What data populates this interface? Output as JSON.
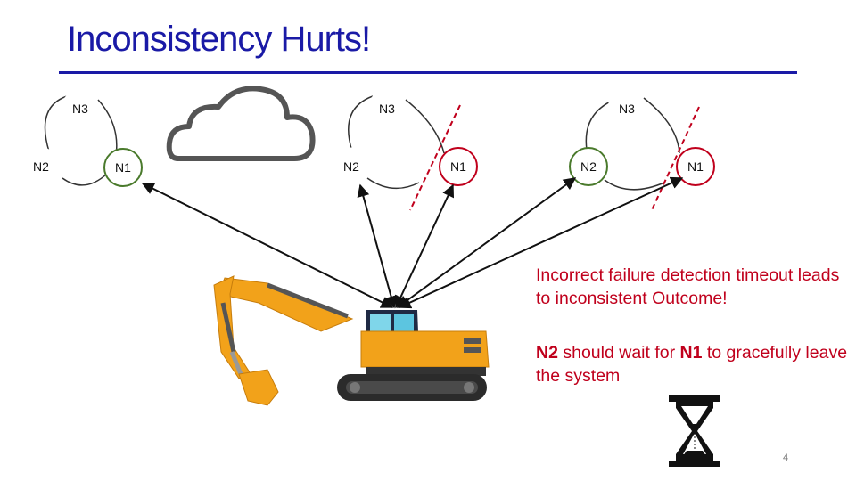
{
  "title": "Inconsistency Hurts!",
  "clusters": [
    {
      "n3": "N3",
      "n2": "N2",
      "n1": "N1"
    },
    {
      "n3": "N3",
      "n2": "N2",
      "n1": "N1"
    },
    {
      "n3": "N3",
      "n2": "N2",
      "n1": "N1"
    }
  ],
  "note1": "Incorrect failure detection timeout leads to inconsistent Outcome!",
  "note2": {
    "part1": "N2",
    "part2": " should wait for ",
    "part3": "N1",
    "part4": " to gracefully leave the system"
  },
  "page_number": "4",
  "colors": {
    "title": "#1a1aa6",
    "healthy_node": "#4a7a2c",
    "failed_node": "#c0001c",
    "note_text": "#c0001c",
    "excavator": "#f2a21a"
  },
  "icons": [
    "cloud-icon",
    "excavator-icon",
    "hourglass-icon"
  ]
}
